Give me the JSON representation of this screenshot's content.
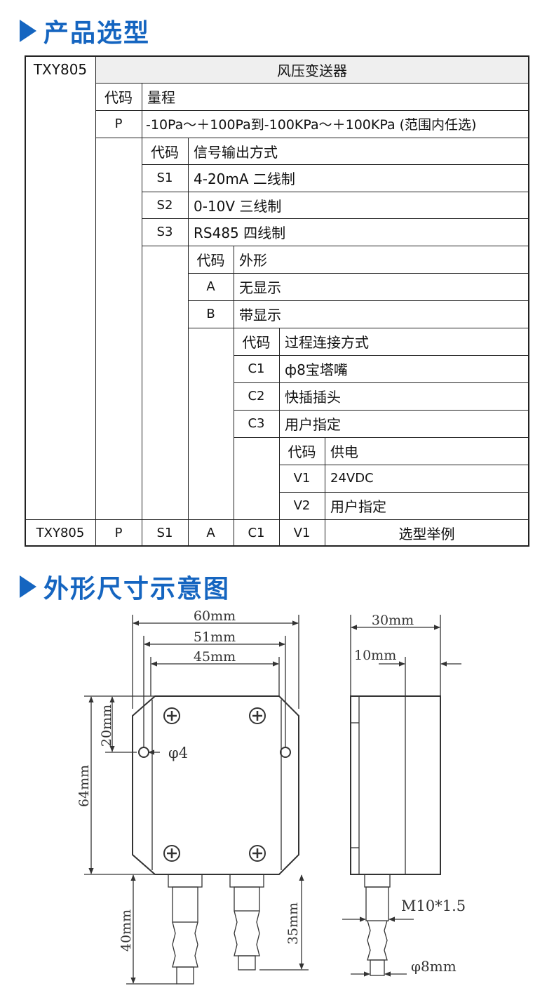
{
  "headings": {
    "selection": "产品选型",
    "dimensions": "外形尺寸示意图"
  },
  "table": {
    "model": "TXY805",
    "product_name": "风压变送器",
    "range": {
      "code_header": "代码",
      "title": "量程",
      "code": "P",
      "desc": "-10Pa～＋100Pa到-100KPa～＋100KPa (范围内任选)"
    },
    "signal": {
      "code_header": "代码",
      "title": "信号输出方式",
      "options": [
        {
          "code": "S1",
          "desc": "4-20mA 二线制"
        },
        {
          "code": "S2",
          "desc": "0-10V 三线制"
        },
        {
          "code": "S3",
          "desc": "RS485 四线制"
        }
      ]
    },
    "shape": {
      "code_header": "代码",
      "title": "外形",
      "options": [
        {
          "code": "A",
          "desc": "无显示"
        },
        {
          "code": "B",
          "desc": "带显示"
        }
      ]
    },
    "connection": {
      "code_header": "代码",
      "title": "过程连接方式",
      "options": [
        {
          "code": "C1",
          "desc": "ф8宝塔嘴"
        },
        {
          "code": "C2",
          "desc": "快插插头"
        },
        {
          "code": "C3",
          "desc": "用户指定"
        }
      ]
    },
    "power": {
      "code_header": "代码",
      "title": "供电",
      "options": [
        {
          "code": "V1",
          "desc": "24VDC"
        },
        {
          "code": "V2",
          "desc": "用户指定"
        }
      ]
    },
    "example": {
      "codes": [
        "TXY805",
        "P",
        "S1",
        "A",
        "C1",
        "V1"
      ],
      "label": "选型举例"
    }
  },
  "dimensions": {
    "width_60": "60mm",
    "width_51": "51mm",
    "width_45": "45mm",
    "hole_offset_20": "20mm",
    "hole_dia": "φ4",
    "height_64": "64mm",
    "nozzle_40": "40mm",
    "nozzle_35": "35mm",
    "depth_30": "30mm",
    "depth_10": "10mm",
    "thread": "M10*1.5",
    "nozzle_dia": "φ8mm"
  }
}
